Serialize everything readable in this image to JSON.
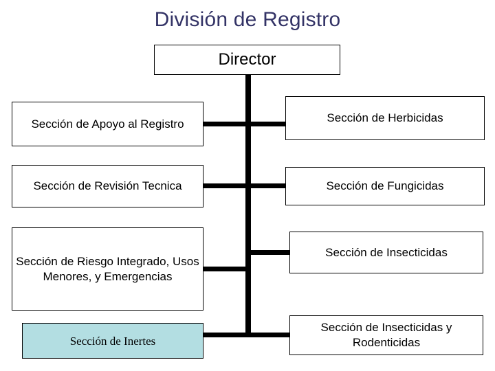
{
  "title": "División de Registro",
  "root": {
    "label": "Director"
  },
  "left_column": [
    {
      "label": "Sección de Apoyo al Registro",
      "highlight": false
    },
    {
      "label": "Sección de Revisión Tecnica",
      "highlight": false
    },
    {
      "label": "Sección de Riesgo Integrado, Usos Menores, y Emergencias",
      "highlight": false
    },
    {
      "label": "Sección de Inertes",
      "highlight": true
    }
  ],
  "right_column": [
    {
      "label": "Sección de Herbicidas"
    },
    {
      "label": "Sección de Fungicidas"
    },
    {
      "label": "Sección de Insecticidas"
    },
    {
      "label": "Sección de Insecticidas y Rodenticidas"
    }
  ],
  "colors": {
    "title": "#333366",
    "box_border": "#000000",
    "box_fill": "#ffffff",
    "highlight_fill": "#b3dee2",
    "connector": "#000000",
    "background": "#ffffff"
  }
}
